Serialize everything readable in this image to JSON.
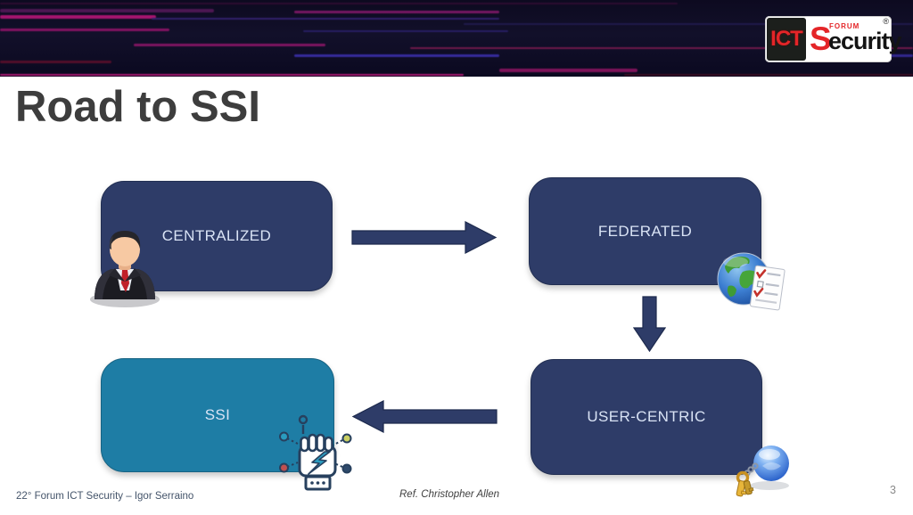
{
  "slide": {
    "title": "Road to SSI",
    "page_number": "3"
  },
  "logo": {
    "ict": "ICT",
    "forum": "FORUM",
    "security_initial": "S",
    "security_rest": "ecurity",
    "registered_mark": "®"
  },
  "diagram": {
    "nodes": [
      {
        "id": "centralized",
        "label": "CENTRALIZED",
        "fill": "#2e3c68",
        "icon": "businessman-icon"
      },
      {
        "id": "federated",
        "label": "FEDERATED",
        "fill": "#2e3c68",
        "icon": "globe-checklist-icon"
      },
      {
        "id": "user-centric",
        "label": "USER-CENTRIC",
        "fill": "#2e3c68",
        "icon": "keys-globe-icon"
      },
      {
        "id": "ssi",
        "label": "SSI",
        "fill": "#1e7da5",
        "icon": "fist-lightning-icon"
      }
    ],
    "arrows": [
      {
        "from": "CENTRALIZED",
        "to": "FEDERATED",
        "direction": "right"
      },
      {
        "from": "FEDERATED",
        "to": "USER-CENTRIC",
        "direction": "down"
      },
      {
        "from": "USER-CENTRIC",
        "to": "SSI",
        "direction": "left"
      }
    ],
    "arrow_color": "#2e3c68",
    "label_color": "#d9e3f5"
  },
  "footer": {
    "left": "22° Forum ICT Security – Igor Serraino",
    "center": "Ref. Christopher Allen"
  }
}
